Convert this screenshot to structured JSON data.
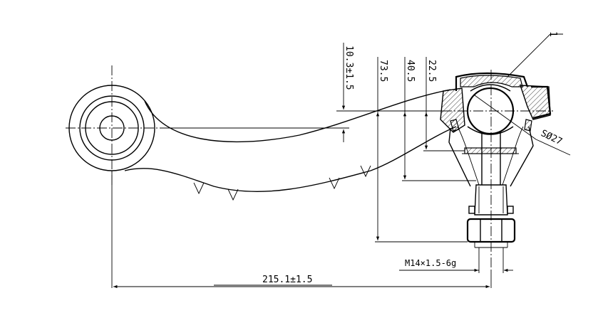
{
  "dimensions": {
    "overall_length": "215.1±1.5",
    "offset_top": "10.3±1.5",
    "height_total": "73.5",
    "height_mid": "40.5",
    "height_ball": "22.5",
    "ball_diameter": "SØ27",
    "thread": "M14×1.5-6g"
  },
  "callouts": {
    "part_ref": "1"
  }
}
